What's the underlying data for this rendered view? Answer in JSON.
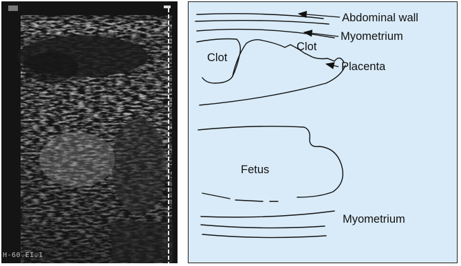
{
  "ultrasound_panel": {
    "caption": "H-60.EI.1"
  },
  "diagram": {
    "labels": {
      "abdominal_wall": "Abdominal wall",
      "myometrium_top": "Myometrium",
      "clot_left": "Clot",
      "clot_right": "Clot",
      "placenta": "Placenta",
      "fetus": "Fetus",
      "myometrium_bottom": "Myometrium"
    },
    "colors": {
      "background": "#d9ebf8",
      "ink": "#111111"
    }
  }
}
